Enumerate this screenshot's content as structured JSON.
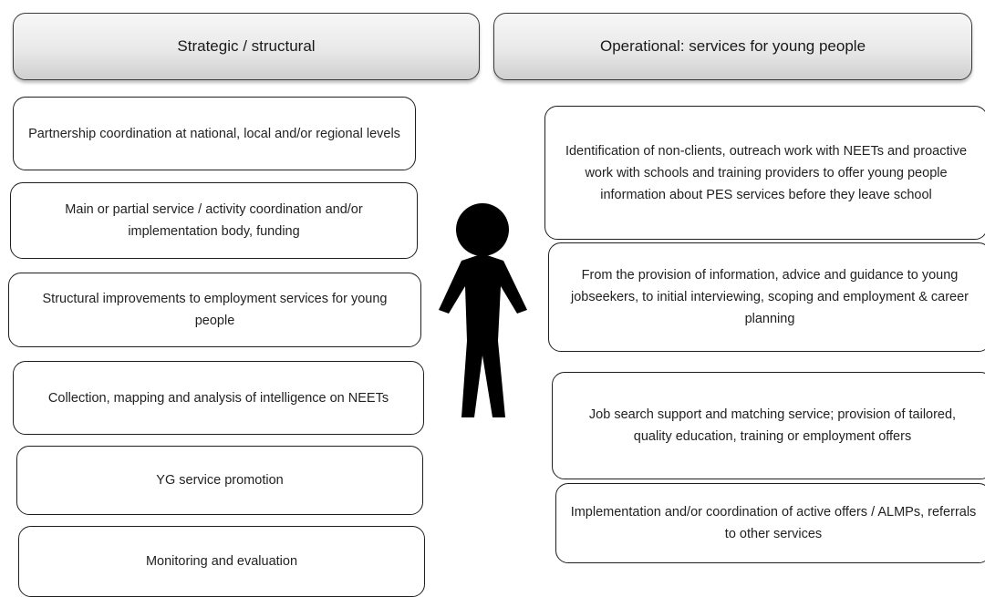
{
  "headers": {
    "left": "Strategic / structural",
    "right": "Operational: services for young people"
  },
  "strategic_items": [
    "Partnership coordination at national, local and/or regional levels",
    "Main or partial service / activity coordination and/or implementation body, funding",
    "Structural improvements to employment services for young people",
    "Collection, mapping and analysis of intelligence on NEETs",
    "YG service promotion",
    "Monitoring and evaluation"
  ],
  "operational_items": [
    "Identification of non-clients, outreach work with NEETs and proactive work with schools and training providers to offer young people information about PES services before they leave school",
    "From the provision of information, advice and guidance to young jobseekers, to initial interviewing, scoping and employment & career planning",
    "Job search support and matching service; provision of tailored, quality education, training or employment offers",
    "Implementation and/or coordination of active offers / ALMPs, referrals to other services"
  ]
}
